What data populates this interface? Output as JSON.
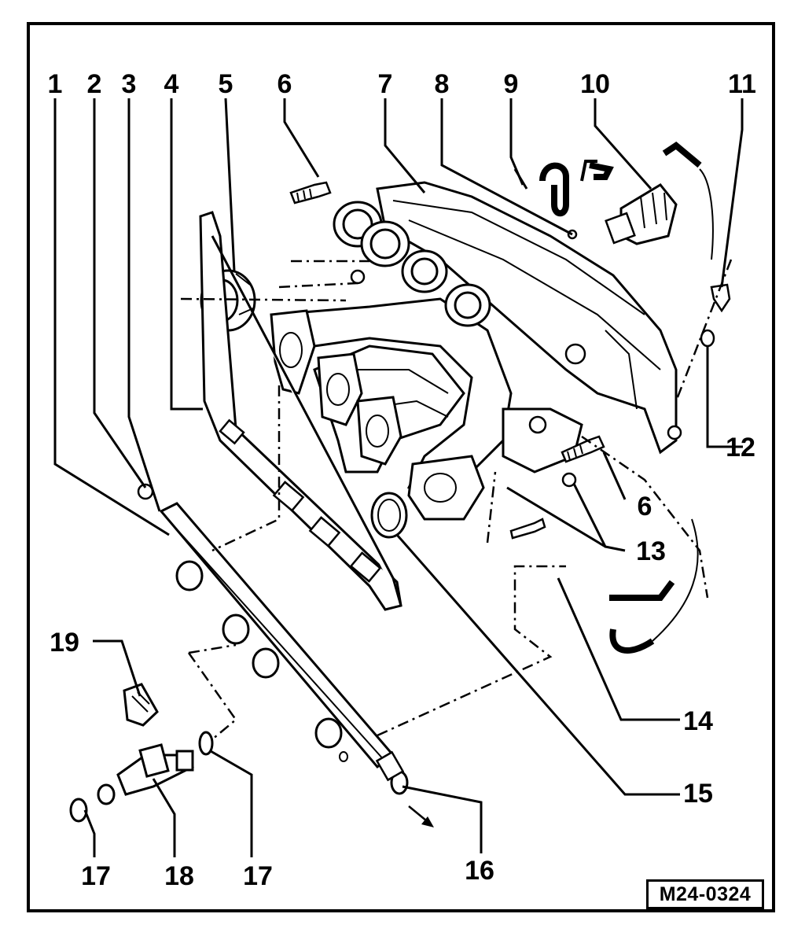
{
  "diagram": {
    "callouts": [
      "1",
      "2",
      "3",
      "4",
      "5",
      "6",
      "7",
      "8",
      "9",
      "10",
      "11",
      "12",
      "6",
      "13",
      "14",
      "15",
      "16",
      "17",
      "18",
      "17",
      "19"
    ],
    "figure_id": "M24-0324"
  }
}
